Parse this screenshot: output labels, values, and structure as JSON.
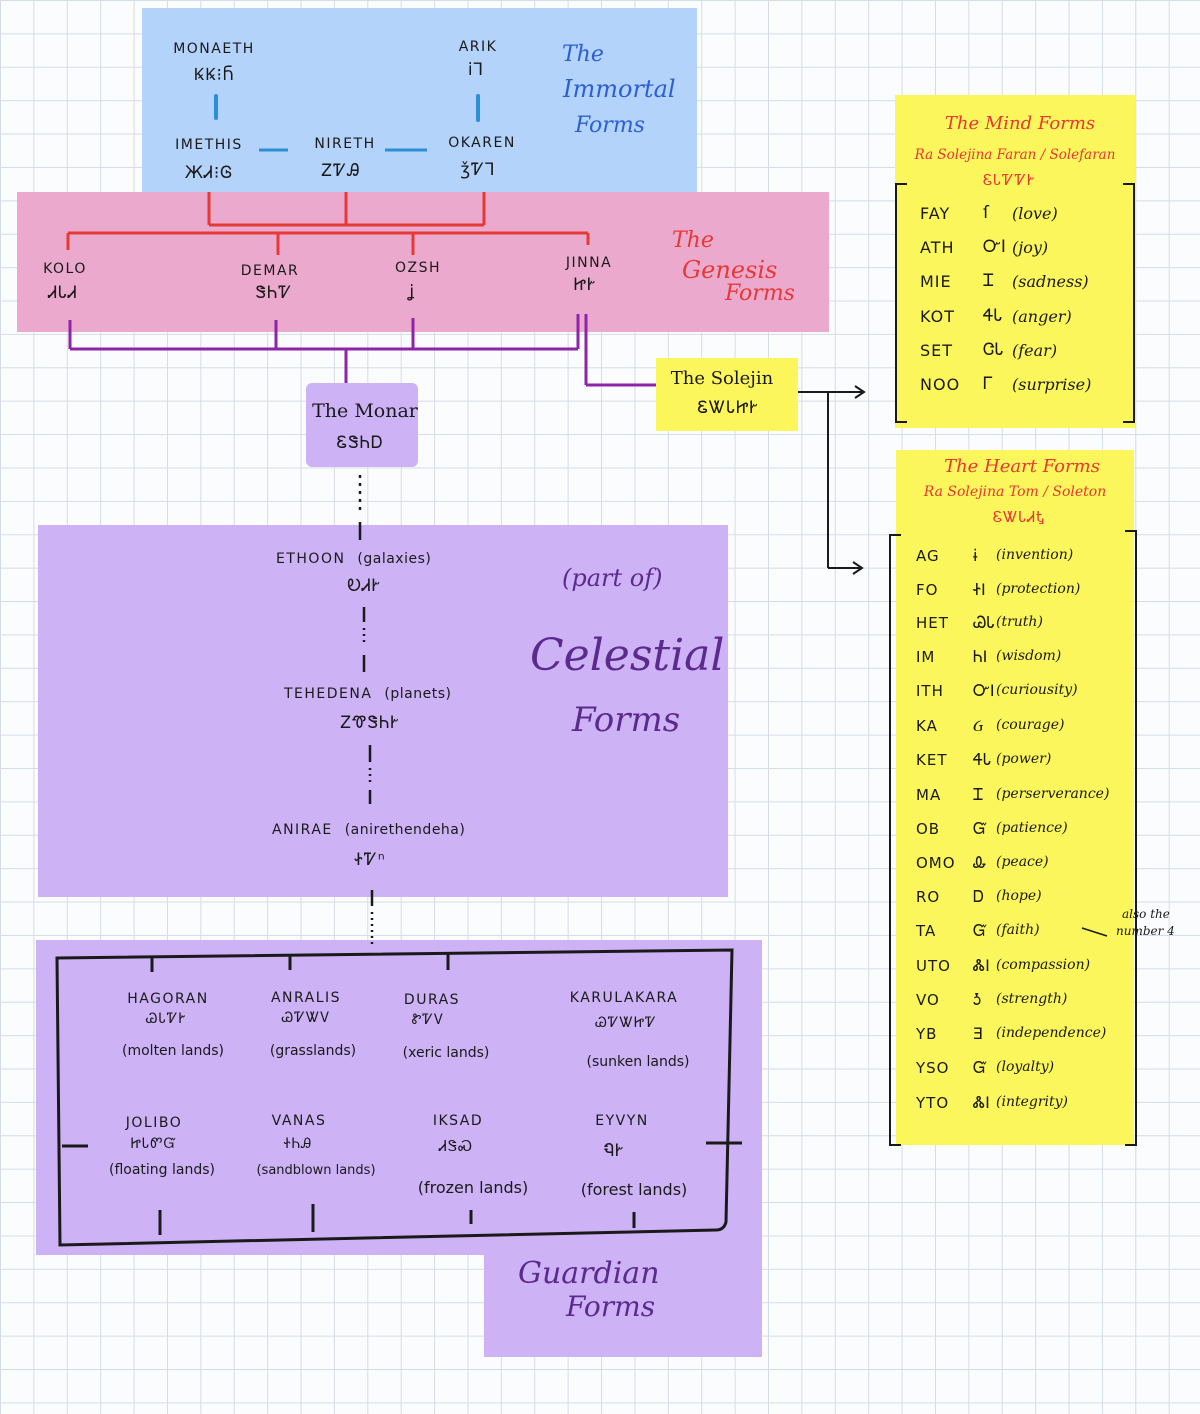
{
  "immortal": {
    "title_line1": "The",
    "title_line2": "Immortal",
    "title_line3": "Forms",
    "nodes": [
      {
        "name": "MONAETH",
        "glyph": "ꝂꝂ⁝Ⴌ"
      },
      {
        "name": "ARIK",
        "glyph": "i̇Ꞁ"
      },
      {
        "name": "IMETHIS",
        "glyph": "ЖᏗ⁝Ꮆ"
      },
      {
        "name": "NIRETH",
        "glyph": "ᏃᏤᎯ"
      },
      {
        "name": "OKAREN",
        "glyph": "ǯᏤꞀ"
      }
    ]
  },
  "genesis": {
    "title_line1": "The",
    "title_line2": "Genesis",
    "title_line3": "Forms",
    "nodes": [
      {
        "name": "KOLO",
        "glyph": "ᏗᏓᏗ"
      },
      {
        "name": "DEMAR",
        "glyph": "ᏕᏂᏤ"
      },
      {
        "name": "OZSH",
        "glyph": "ʝ̇"
      },
      {
        "name": "JINNA",
        "glyph": "ᏥᎨ"
      }
    ]
  },
  "monar": {
    "line1": "The Monar",
    "glyph": "ᏋᏕᏂᎠ"
  },
  "solejin": {
    "line1": "The Solejin",
    "glyph": "ᏋᏔᏓᏥᎨ"
  },
  "celestial": {
    "part_of": "(part of)",
    "title_line1": "Celestial",
    "title_line2": "Forms",
    "nodes": [
      {
        "name": "ETHOON",
        "meaning": "(galaxies)",
        "glyph": "ᎧᏗᎨ"
      },
      {
        "name": "TEHEDENA",
        "meaning": "(planets)",
        "glyph": "ᏃᏡᏕᏂᎨ"
      },
      {
        "name": "ANIRAE",
        "meaning": "(anirethendeha)",
        "glyph": "ᏐᏤⁿ"
      }
    ]
  },
  "guardian": {
    "title_line1": "Guardian",
    "title_line2": "Forms",
    "nodes": [
      {
        "name": "HAGORAN",
        "glyph": "ᏊᏓᏤᎨ",
        "meaning": "(molten lands)"
      },
      {
        "name": "ANRALIS",
        "glyph": "ᏊᏤᏔᏙ",
        "meaning": "(grasslands)"
      },
      {
        "name": "DURAS",
        "glyph": "ᏑᏤᏙ",
        "meaning": "(xeric lands)"
      },
      {
        "name": "KARULAKARA",
        "glyph": "ᏊᏤᏔᏥᏤ",
        "meaning": "(sunken lands)"
      },
      {
        "name": "JOLIBO",
        "glyph": "ᏥᏓᏛᏳ",
        "meaning": "(floating lands)"
      },
      {
        "name": "VANAS",
        "glyph": "ᏐᏂᎯ",
        "meaning": "(sandblown lands)"
      },
      {
        "name": "IKSAD",
        "glyph": "ᏗᏕᏍ",
        "meaning": "(frozen lands)"
      },
      {
        "name": "EYVYN",
        "glyph": "ᏄᎨ",
        "meaning": "(forest lands)"
      }
    ]
  },
  "mind": {
    "title": "The Mind Forms",
    "subtitle": "Ra Solejina Faran / Solefaran",
    "glyph": "ᏋᏓᏤᏤᎨ",
    "items": [
      {
        "name": "FAY",
        "glyph": "ſ",
        "meaning": "(love)"
      },
      {
        "name": "ATH",
        "glyph": "ᏅI",
        "meaning": "(joy)"
      },
      {
        "name": "MIE",
        "glyph": "Ꮖ",
        "meaning": "(sadness)"
      },
      {
        "name": "KOT",
        "glyph": "ᏎᏓ",
        "meaning": "(anger)"
      },
      {
        "name": "SET",
        "glyph": "ᏣᏓ",
        "meaning": "(fear)"
      },
      {
        "name": "NOO",
        "glyph": "Ꮁ",
        "meaning": "(surprise)"
      }
    ]
  },
  "heart": {
    "title": "The Heart Forms",
    "subtitle": "Ra Solejina Tom / Soleton",
    "glyph": "ᏋᏔᏓᏗᎿ",
    "note_line1": "also the",
    "note_line2": "number 4",
    "items": [
      {
        "name": "AG",
        "glyph": "ɨ̇",
        "meaning": "(invention)"
      },
      {
        "name": "FO",
        "glyph": "ᏐI",
        "meaning": "(protection)"
      },
      {
        "name": "HET",
        "glyph": "ᏊᏓ",
        "meaning": "(truth)"
      },
      {
        "name": "IM",
        "glyph": "ᏂI",
        "meaning": "(wisdom)"
      },
      {
        "name": "ITH",
        "glyph": "ᏅI",
        "meaning": "(curiousity)"
      },
      {
        "name": "KA",
        "glyph": "Ᏽ",
        "meaning": "(courage)"
      },
      {
        "name": "KET",
        "glyph": "ᏎᏓ",
        "meaning": "(power)"
      },
      {
        "name": "MA",
        "glyph": "Ꮖ",
        "meaning": "(perserverance)"
      },
      {
        "name": "OB",
        "glyph": "Ᏻ",
        "meaning": "(patience)"
      },
      {
        "name": "OMO",
        "glyph": "Ꮂ",
        "meaning": "(peace)"
      },
      {
        "name": "RO",
        "glyph": "Ꭰ",
        "meaning": "(hope)"
      },
      {
        "name": "TA",
        "glyph": "Ᏻ",
        "meaning": "(faith)"
      },
      {
        "name": "UTO",
        "glyph": "ᏜI",
        "meaning": "(compassion)"
      },
      {
        "name": "VO",
        "glyph": "Ꮌ",
        "meaning": "(strength)"
      },
      {
        "name": "YB",
        "glyph": "Ǝ",
        "meaning": "(independence)"
      },
      {
        "name": "YSO",
        "glyph": "Ᏻ",
        "meaning": "(loyalty)"
      },
      {
        "name": "YTO",
        "glyph": "ᏜI",
        "meaning": "(integrity)"
      }
    ]
  },
  "colors": {
    "immortal_bg": "#b3d3fb",
    "genesis_bg": "#eca9ce",
    "celestial_bg": "#cdb2f6",
    "note_bg": "#fbf65b",
    "red_line": "#e53935",
    "purple_line": "#8e24aa",
    "blue_line": "#2b8fd1"
  }
}
